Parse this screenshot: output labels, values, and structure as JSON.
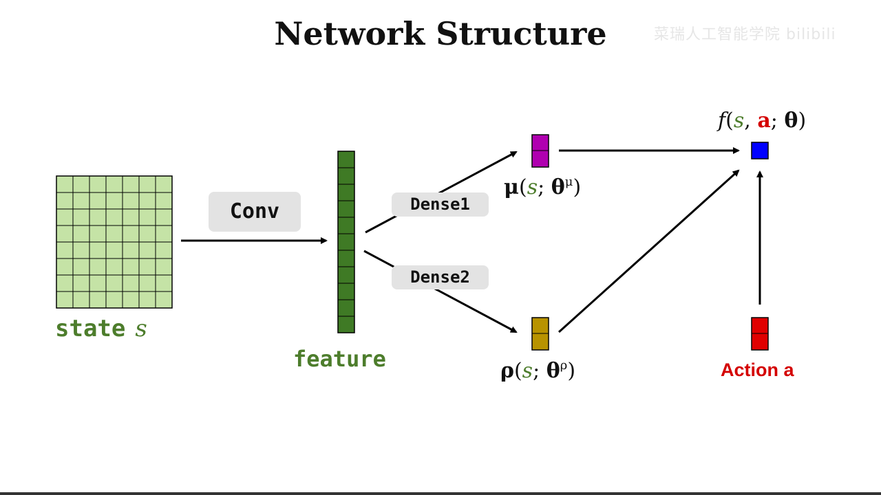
{
  "title": "Network Structure",
  "watermark": "菜瑞人工智能学院 bilibili",
  "labels": {
    "conv": "Conv",
    "dense1": "Dense1",
    "dense2": "Dense2",
    "state_word": "state",
    "state_var": "s",
    "feature": "feature",
    "action": "Action a"
  },
  "math": {
    "mu_fn": "μ",
    "rho_fn": "ρ",
    "f_fn": "f",
    "s": "s",
    "a": "a",
    "theta": "θ",
    "theta_mu_sup": "μ",
    "theta_rho_sup": "ρ"
  },
  "colors": {
    "state_grid_fill": "#c5e3a6",
    "feature_fill": "#3f7a25",
    "mu_fill": "#b000b0",
    "rho_fill": "#b89300",
    "output_fill": "#0000ff",
    "action_fill": "#e00000",
    "green_text": "#4d7d2c",
    "red_text": "#d40000"
  }
}
